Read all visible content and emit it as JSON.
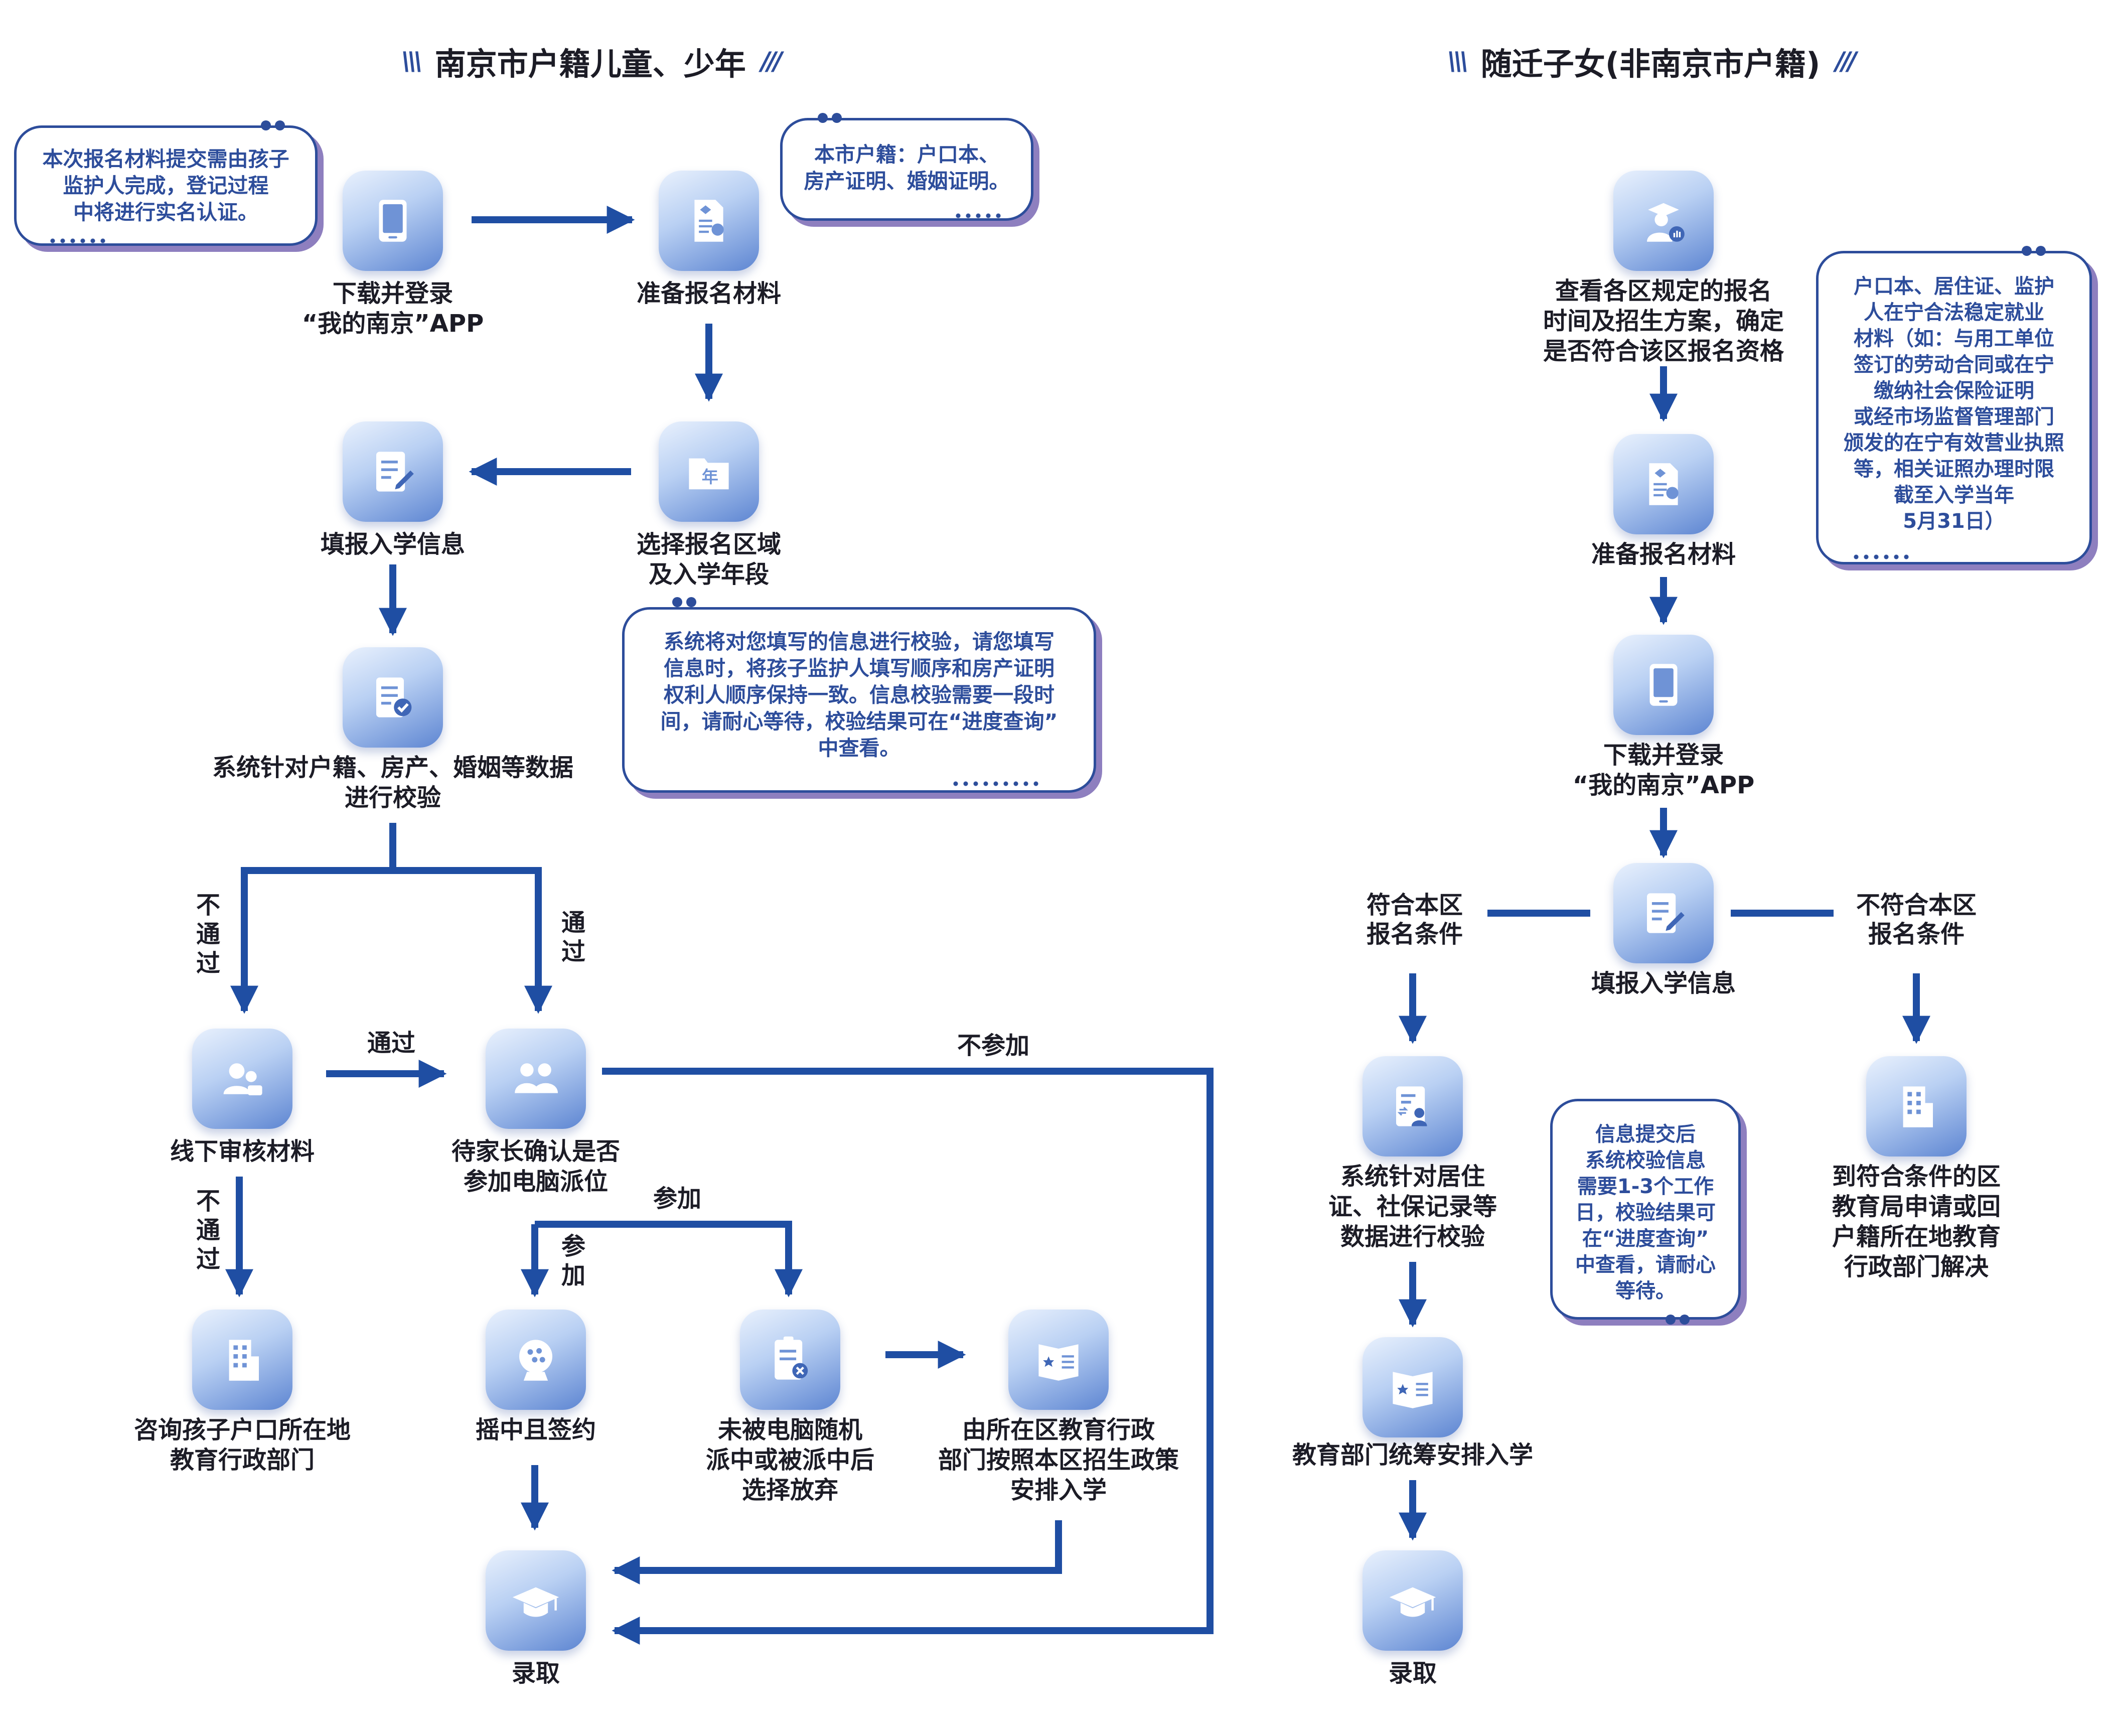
{
  "headers": {
    "left": "南京市户籍儿童、少年",
    "right": "随迁子女(非南京市户籍)"
  },
  "nodes": {
    "download_app": {
      "label": "下载并登录\n“我的南京”APP",
      "icon": "tablet-icon"
    },
    "prepare_materials": {
      "label": "准备报名材料",
      "icon": "document-award-icon"
    },
    "select_area": {
      "label": "选择报名区域\n及入学年段",
      "icon": "folder-year-icon"
    },
    "fill_info": {
      "label": "填报入学信息",
      "icon": "edit-form-icon"
    },
    "system_verify": {
      "label": "系统针对户籍、房产、婚姻等数据\n进行校验",
      "icon": "checklist-icon"
    },
    "offline_review": {
      "label": "线下审核材料",
      "icon": "users-icon"
    },
    "await_confirm": {
      "label": "待家长确认是否\n参加电脑派位",
      "icon": "parents-icon"
    },
    "consult_dept": {
      "label": "咨询孩子户口所在地\n教育行政部门",
      "icon": "building-icon"
    },
    "lottery_sign": {
      "label": "摇中且签约",
      "icon": "lottery-ball-icon"
    },
    "not_selected": {
      "label": "未被电脑随机\n派中或被派中后\n选择放弃",
      "icon": "cancel-document-icon"
    },
    "district_arrange": {
      "label": "由所在区教育行政\n部门按照本区招生政策\n安排入学",
      "icon": "book-star-icon"
    },
    "admitted_left": {
      "label": "录取",
      "icon": "graduation-cap-icon"
    },
    "check_rules": {
      "label": "查看各区规定的报名\n时间及招生方案，确定\n是否符合该区报名资格",
      "icon": "student-chart-icon"
    },
    "r_prepare": {
      "label": "准备报名材料",
      "icon": "document-award-icon"
    },
    "r_download": {
      "label": "下载并登录\n“我的南京”APP",
      "icon": "tablet-icon"
    },
    "r_fill": {
      "label": "填报入学信息",
      "icon": "edit-form-icon"
    },
    "r_verify": {
      "label": "系统针对居住\n证、社保记录等\n数据进行校验",
      "icon": "id-verify-icon"
    },
    "r_arrange": {
      "label": "教育部门统筹安排入学",
      "icon": "book-star-icon"
    },
    "r_admitted": {
      "label": "录取",
      "icon": "graduation-cap-icon"
    },
    "r_apply_other": {
      "label": "到符合条件的区\n教育局申请或回\n户籍所在地教育\n行政部门解决",
      "icon": "building-icon"
    }
  },
  "edges": {
    "fail_1": "不\n通\n过",
    "pass_1": "通\n过",
    "pass_2": "通过",
    "not_participate": "不参加",
    "fail_2": "不\n通\n过",
    "participate_right": "参加",
    "participate_down": "参\n加",
    "meets": "符合本区\n报名条件",
    "not_meets": "不符合本区\n报名条件"
  },
  "notes": {
    "real_name": "本次报名材料提交需由孩子\n监护人完成，登记过程\n中将进行实名认证。",
    "local_docs": "本市户籍：户口本、\n房产证明、婚姻证明。",
    "verify_notice": "系统将对您填写的信息进行校验，请您填写\n信息时，将孩子监护人填写顺序和房产证明\n权利人顺序保持一致。信息校验需要一段时\n间，请耐心等待，校验结果可在“进度查询”\n中查看。",
    "migrant_docs": "户口本、居住证、监护\n人在宁合法稳定就业\n材料（如：与用工单位\n签订的劳动合同或在宁\n缴纳社会保险证明\n或经市场监督管理部门\n颁发的在宁有效营业执照\n等，相关证照办理时限\n截至入学当年\n5月31日）",
    "migrant_verify": "信息提交后\n系统校验信息\n需要1-3个工作\n日，校验结果可\n在“进度查询”\n中查看，请耐心\n等待。"
  },
  "colors": {
    "arrow": "#1f4ea3",
    "bubble_border": "#2d4d9b",
    "bubble_shadow": "#8e7fbf",
    "node_light": "#e9f1fd",
    "node_dark": "#5e86d2"
  }
}
